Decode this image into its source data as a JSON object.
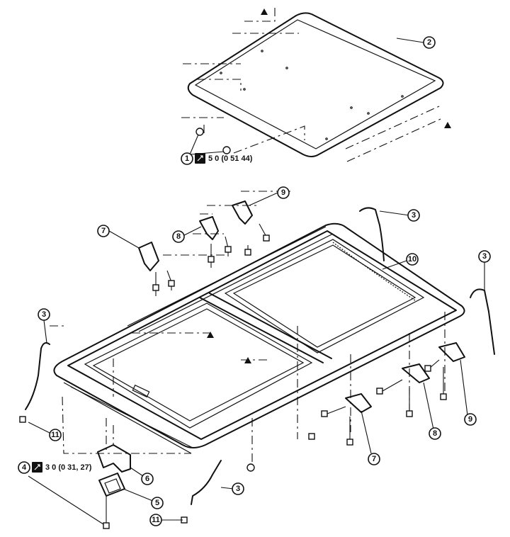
{
  "callouts": [
    {
      "id": "c-glass",
      "label": "2"
    },
    {
      "id": "c-glass-bolts",
      "label": "1"
    },
    {
      "id": "c-cable-top",
      "label": "3"
    },
    {
      "id": "c-cable-right",
      "label": "3"
    },
    {
      "id": "c-cable-left",
      "label": "3"
    },
    {
      "id": "c-cable-bottom",
      "label": "3"
    },
    {
      "id": "c-frame",
      "label": "10"
    },
    {
      "id": "c-bracket-7-top",
      "label": "7"
    },
    {
      "id": "c-bracket-8-top",
      "label": "8"
    },
    {
      "id": "c-bracket-9-top",
      "label": "9"
    },
    {
      "id": "c-bracket-7-bottom",
      "label": "7"
    },
    {
      "id": "c-bracket-8-bottom",
      "label": "8"
    },
    {
      "id": "c-bracket-9-bottom",
      "label": "9"
    },
    {
      "id": "c-motor-bolt",
      "label": "4"
    },
    {
      "id": "c-motor",
      "label": "5"
    },
    {
      "id": "c-motor-bracket",
      "label": "6"
    },
    {
      "id": "c-drain-left",
      "label": "11"
    },
    {
      "id": "c-drain-bottom",
      "label": "11"
    }
  ],
  "torque_specs": {
    "glass_bolts": "5 0 (0 51  44)",
    "motor_bolt": "3 0 (0 31, 27)"
  },
  "icons": {
    "torque": "torque-wrench-icon",
    "marker": "triangle-marker-icon"
  }
}
